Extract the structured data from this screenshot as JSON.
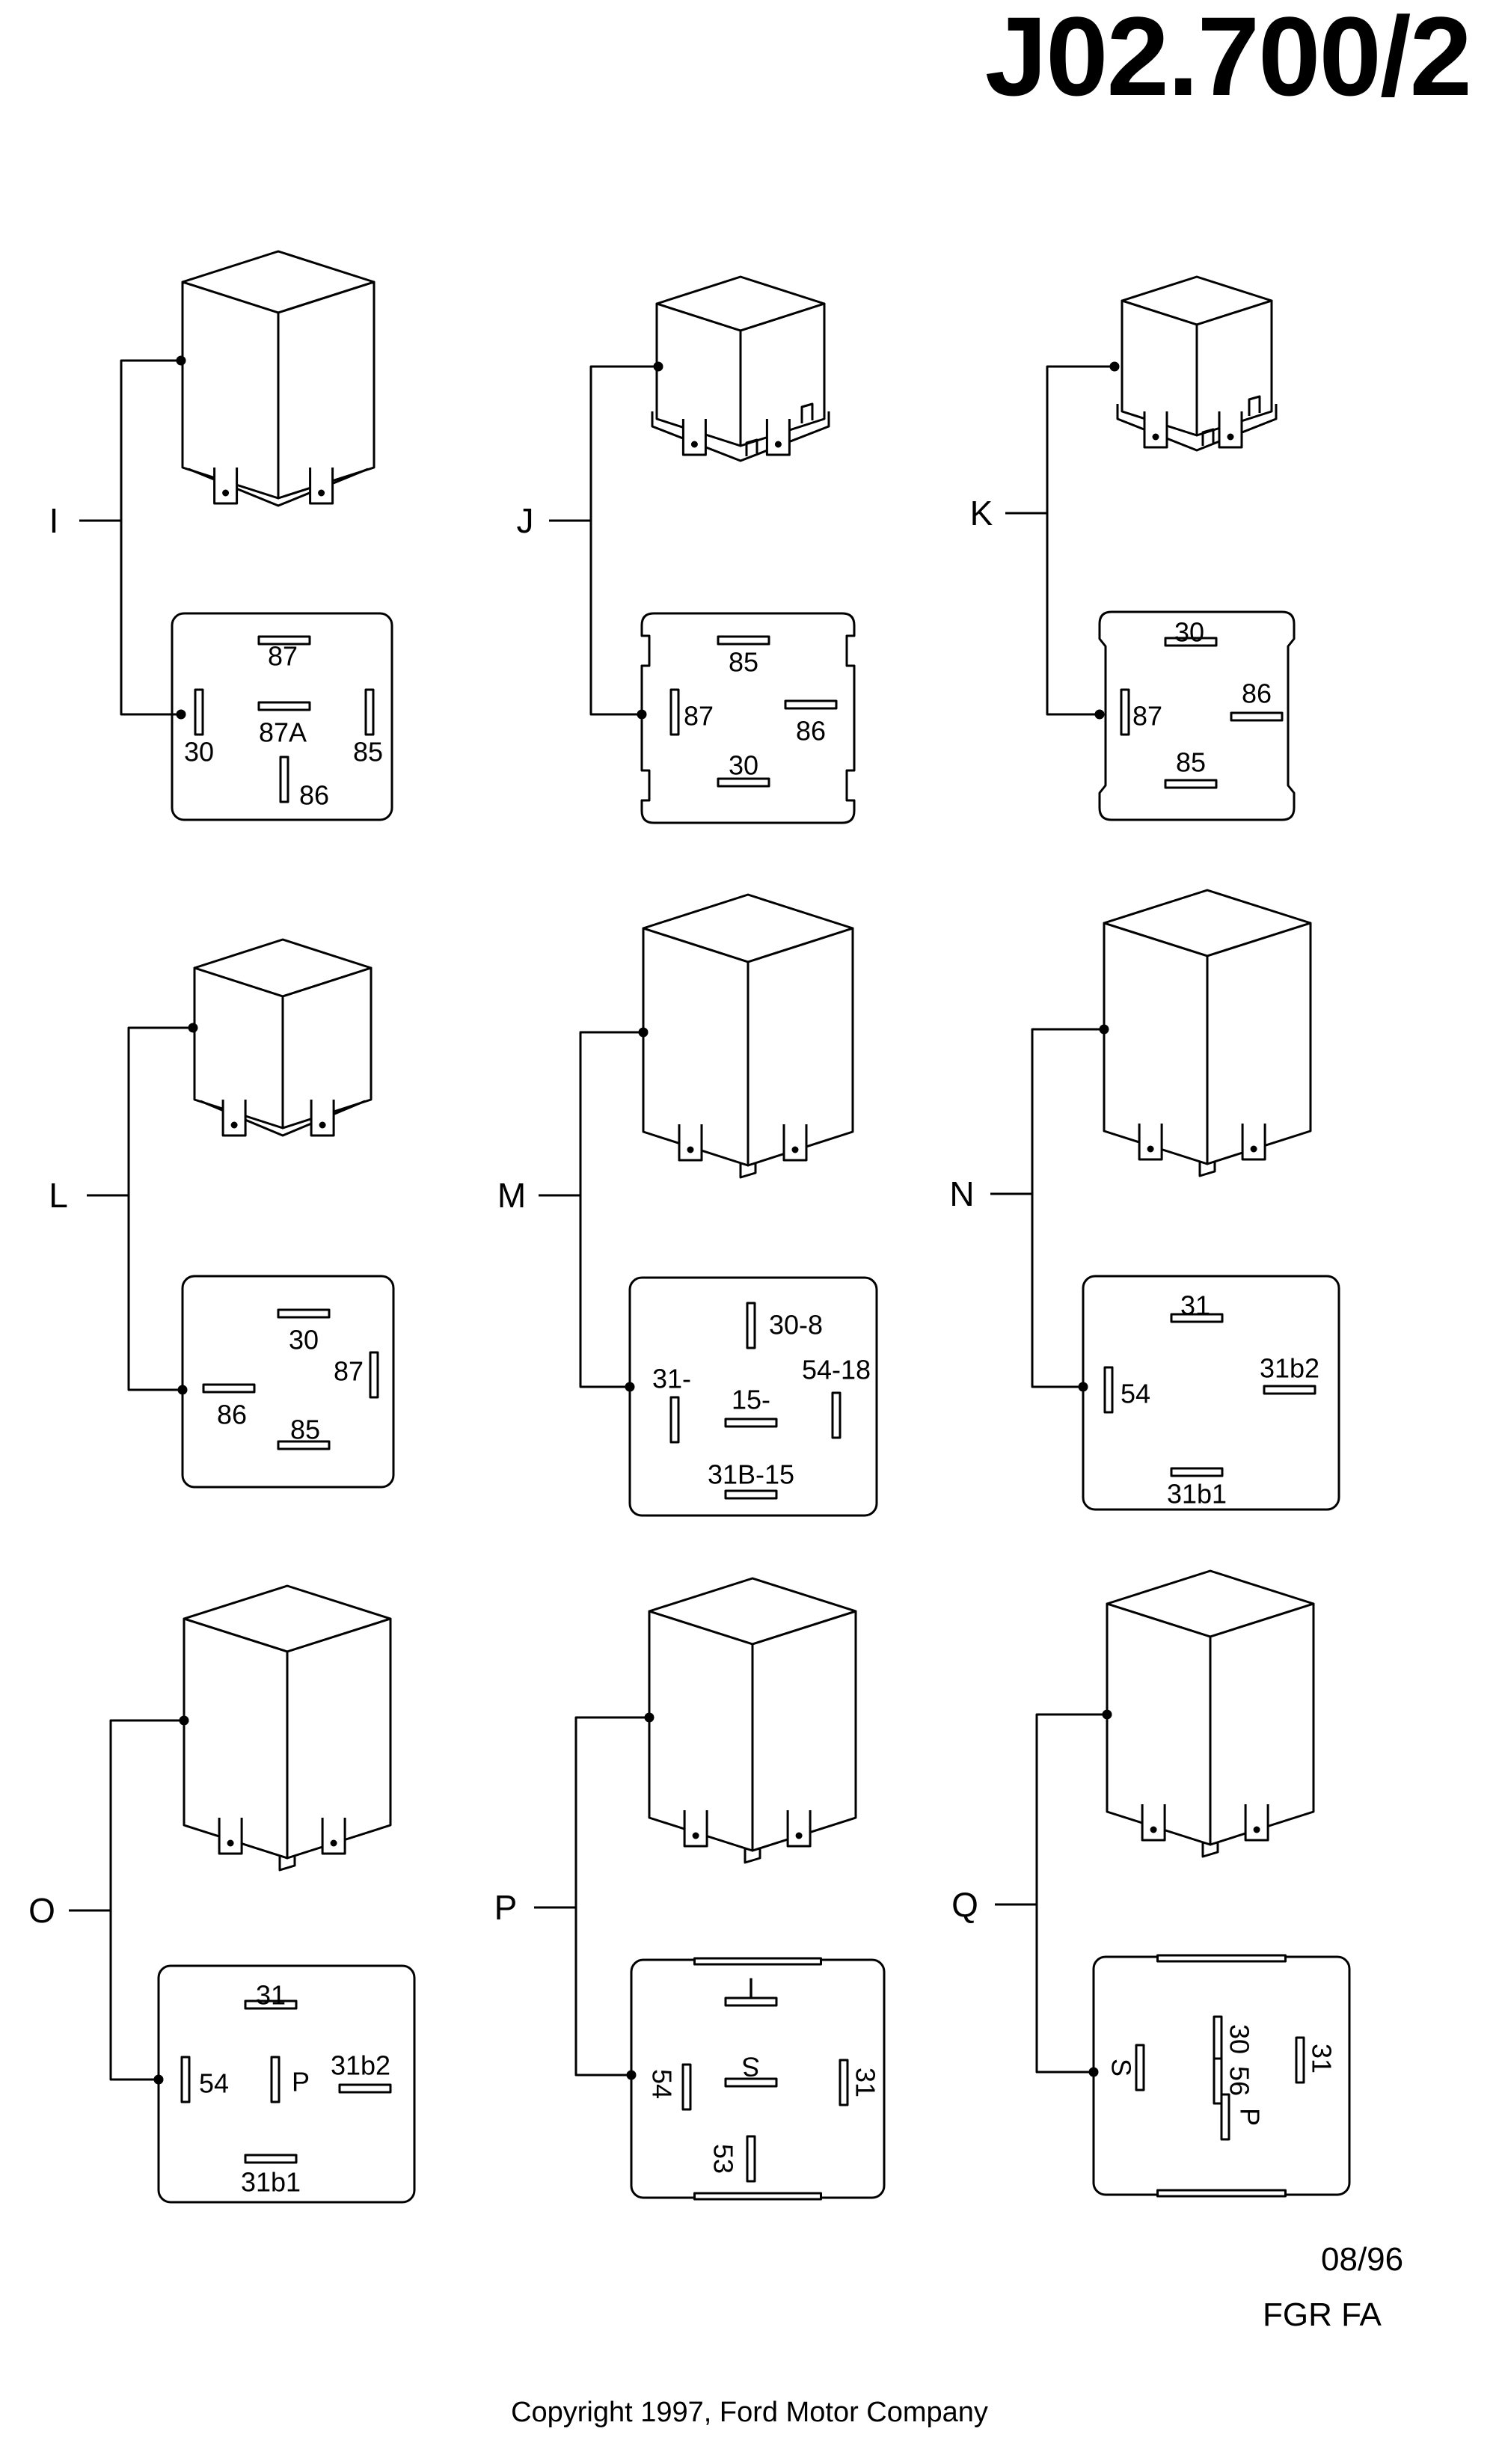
{
  "document": {
    "title": "J02.700/2",
    "date": "08/96",
    "code": "FGR   FA",
    "copyright": "Copyright 1997, Ford Motor Company"
  },
  "relays": [
    {
      "id": "I",
      "pins": [
        "87",
        "87A",
        "30",
        "85",
        "86"
      ]
    },
    {
      "id": "J",
      "pins": [
        "85",
        "87",
        "86",
        "30"
      ]
    },
    {
      "id": "K",
      "pins": [
        "30",
        "87",
        "86",
        "85"
      ]
    },
    {
      "id": "L",
      "pins": [
        "30",
        "87",
        "86",
        "85"
      ]
    },
    {
      "id": "M",
      "pins": [
        "30-8",
        "31-",
        "54-18",
        "15-",
        "31B-15"
      ]
    },
    {
      "id": "N",
      "pins": [
        "31",
        "54",
        "31b2",
        "31b1"
      ]
    },
    {
      "id": "O",
      "pins": [
        "31",
        "54",
        "P",
        "31b2",
        "31b1"
      ]
    },
    {
      "id": "P",
      "pins": [
        "I",
        "54",
        "S",
        "31",
        "53"
      ]
    },
    {
      "id": "Q",
      "pins": [
        "S",
        "30",
        "56",
        "P",
        "31"
      ]
    }
  ]
}
